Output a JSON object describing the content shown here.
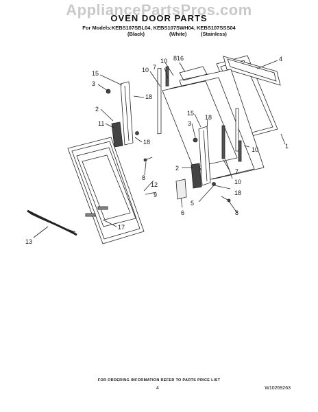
{
  "watermark": "AppliancePartsPros.com",
  "title": "OVEN DOOR PARTS",
  "models": "For Models:KEBS107SBL04, KEBS107SWH04, KEBS107SSS04",
  "finishes": [
    "(Black)",
    "(White)",
    "(Stainless)"
  ],
  "callouts": {
    "c15a": "15",
    "c3a": "3",
    "c18a": "18",
    "c2a": "2",
    "c11": "11",
    "c18b": "18",
    "c10a": "10",
    "c7a": "7",
    "c10b": "10",
    "c816": "816",
    "c4": "4",
    "c1": "1",
    "c15b": "15",
    "c3b": "3",
    "c18c": "18",
    "c10c": "10",
    "c7b": "7",
    "c10d": "10",
    "c2b": "2",
    "c18d": "18",
    "c5": "5",
    "c6": "6",
    "c8a": "8",
    "c12": "12",
    "c9": "9",
    "c8b": "8",
    "c17": "17",
    "c13": "13"
  },
  "footer": "FOR ORDERING INFORMATION REFER TO PARTS PRICE LIST",
  "page_number": "4",
  "doc_number": "W10269263"
}
